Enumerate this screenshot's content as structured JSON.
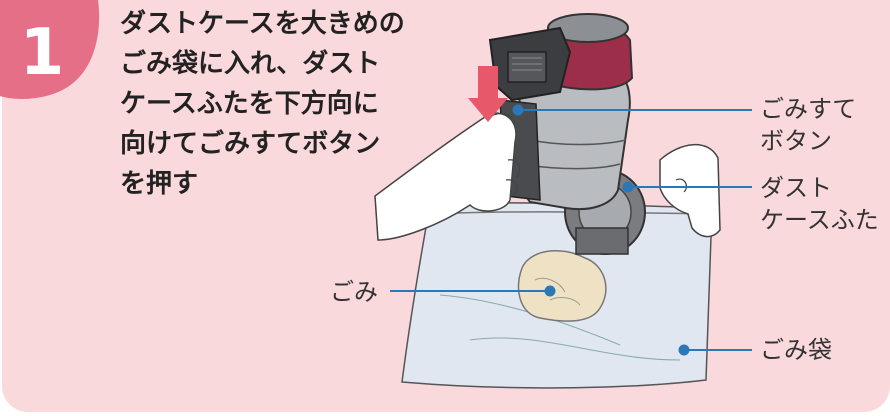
{
  "step": {
    "number": "1"
  },
  "instruction": {
    "lines": [
      "ダストケースを大きめの",
      "ごみ袋に入れ、ダスト",
      "ケースふたを下方向に",
      "向けてごみすてボタン",
      "を押す"
    ]
  },
  "labels": {
    "button": [
      "ごみすて",
      "ボタン"
    ],
    "cover": [
      "ダスト",
      "ケースふた"
    ],
    "dust": "ごみ",
    "bag": "ごみ袋"
  },
  "colors": {
    "panel_bg": "#fad9dc",
    "badge": "#e46f86",
    "arrow": "#e8586b",
    "leader": "#2b78b8",
    "bag": "#dbe9f4",
    "vacuum_accent": "#9c2e4a"
  },
  "icons": [
    "down-arrow-icon"
  ]
}
